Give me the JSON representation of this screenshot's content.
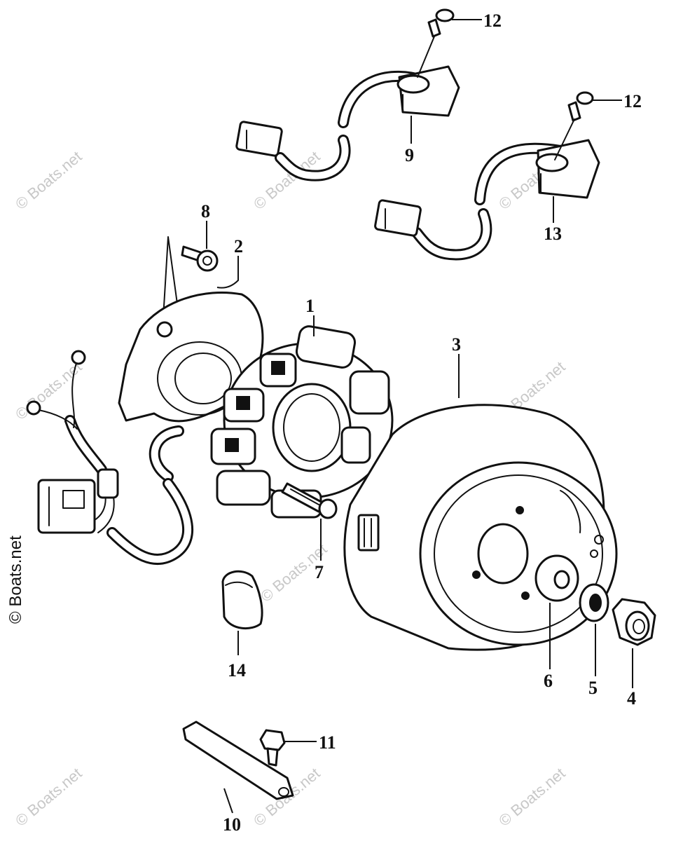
{
  "watermark": {
    "text": "© Boats.net",
    "side_text": "© Boats.net"
  },
  "callouts": [
    {
      "id": "1",
      "text": "1"
    },
    {
      "id": "2",
      "text": "2"
    },
    {
      "id": "3",
      "text": "3"
    },
    {
      "id": "4",
      "text": "4"
    },
    {
      "id": "5",
      "text": "5"
    },
    {
      "id": "6",
      "text": "6"
    },
    {
      "id": "7",
      "text": "7"
    },
    {
      "id": "8",
      "text": "8"
    },
    {
      "id": "9",
      "text": "9"
    },
    {
      "id": "10",
      "text": "10"
    },
    {
      "id": "11",
      "text": "11"
    },
    {
      "id": "12a",
      "text": "12"
    },
    {
      "id": "12b",
      "text": "12"
    },
    {
      "id": "13",
      "text": "13"
    },
    {
      "id": "14",
      "text": "14"
    }
  ]
}
